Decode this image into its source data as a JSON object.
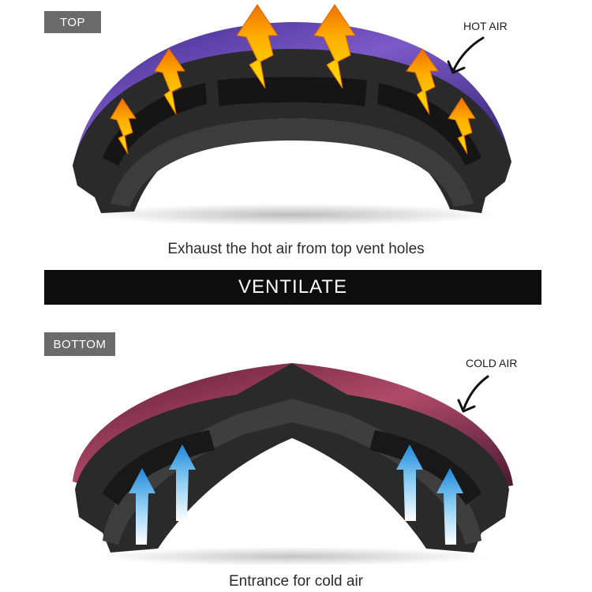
{
  "top_section": {
    "tag": "TOP",
    "callout": "HOT AIR",
    "caption": "Exhaust the hot air from top vent holes",
    "lens_color": "#6a4fb8",
    "arrow_color": "#f5a000"
  },
  "banner": {
    "text": "VENTILATE"
  },
  "bottom_section": {
    "tag": "BOTTOM",
    "callout": "COLD AIR",
    "caption": "Entrance for cold air",
    "lens_color": "#a03a5a",
    "arrow_color": "#3a9fe0"
  }
}
